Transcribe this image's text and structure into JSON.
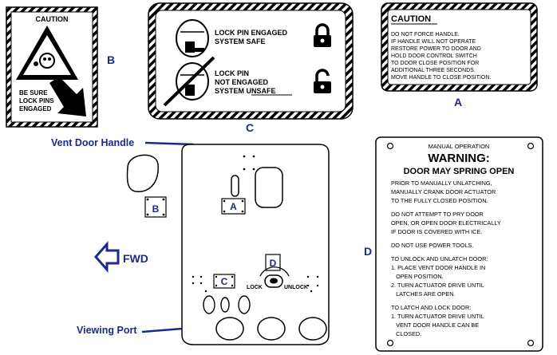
{
  "colors": {
    "ink": "#000000",
    "accent": "#1e2a8a",
    "background": "#ffffff"
  },
  "placard_a": {
    "letter": "A",
    "heading": "CAUTION",
    "lines": [
      "DO NOT FORCE HANDLE.",
      "IF HANDLE WILL NOT OPERATE",
      "RESTORE POWER TO DOOR AND",
      "HOLD DOOR CONTROL SWITCH",
      "TO DOOR CLOSE POSITION FOR",
      "ADDITIONAL THREE SECONDS.",
      "MOVE HANDLE TO CLOSE POSITION."
    ]
  },
  "placard_b": {
    "letter": "B",
    "heading": "CAUTION",
    "lines": [
      "BE SURE",
      "LOCK PINS",
      "ENGAGED"
    ]
  },
  "placard_c": {
    "letter": "C",
    "engaged_lines": [
      "LOCK PIN ENGAGED",
      "SYSTEM SAFE"
    ],
    "not_engaged_lines": [
      "LOCK PIN",
      "NOT ENGAGED",
      "SYSTEM UNSAFE"
    ],
    "icons": [
      "lock-closed-icon",
      "lock-open-icon"
    ]
  },
  "placard_d": {
    "letter": "D",
    "header": "MANUAL OPERATION",
    "title": "WARNING:",
    "subtitle": "DOOR MAY SPRING OPEN",
    "lines": [
      "PRIOR TO MANUALLY UNLATCHING,",
      "MANUALLY CRANK DOOR ACTUATOR",
      "TO THE FULLY CLOSED POSITION.",
      "",
      "DO NOT ATTEMPT TO PRY DOOR",
      "OPEN, OR OPEN DOOR ELECTRICALLY",
      "IF DOOR IS COVERED WITH ICE.",
      "",
      "DO NOT USE POWER TOOLS.",
      "",
      "TO UNLOCK AND UNLATCH DOOR:",
      "1. PLACE VENT DOOR HANDLE IN",
      "   OPEN POSITION.",
      "2. TURN ACTUATOR DRIVE UNTIL",
      "   LATCHES ARE OPEN.",
      "",
      "TO LATCH AND LOCK DOOR:",
      "1. TURN ACTUATOR DRIVE UNTIL",
      "   VENT DOOR HANDLE CAN BE",
      "   CLOSED."
    ]
  },
  "callouts": {
    "vent_door_handle": "Vent Door Handle",
    "viewing_port": "Viewing Port",
    "fwd": "FWD"
  },
  "door_panel": {
    "markers": [
      "A",
      "C",
      "D"
    ],
    "lock_label": "LOCK",
    "unlock_label": "UNLOCK"
  },
  "left_marker": "B"
}
